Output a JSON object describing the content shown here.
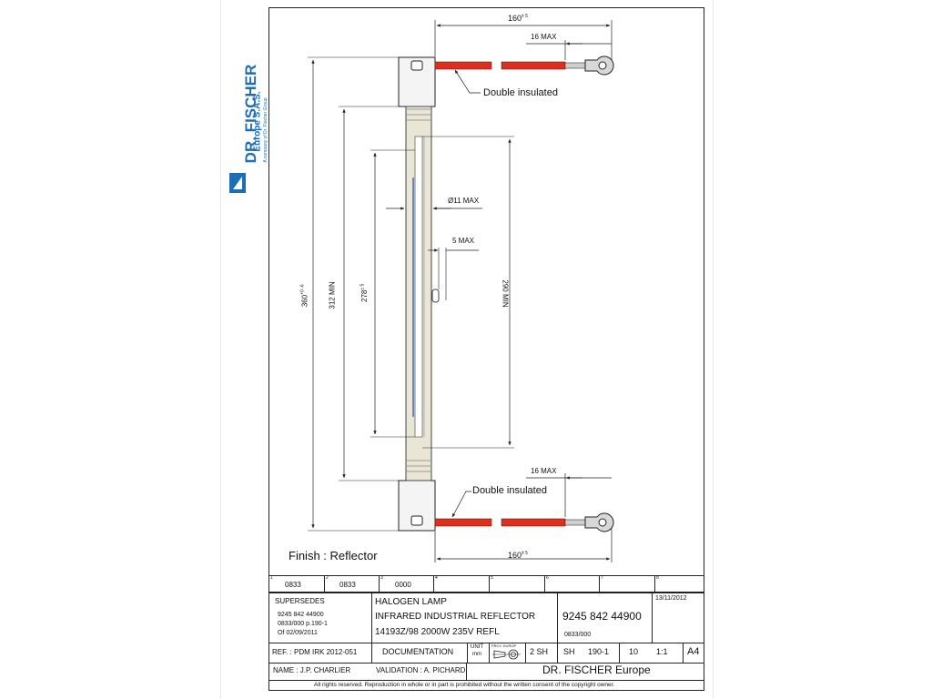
{
  "logo": {
    "brand": "DR. FISCHER",
    "sub": "Europe S.A.S.",
    "tagline": "A company of Dr. Fischer Group",
    "color": "#1f6db3"
  },
  "drawing": {
    "dim_width_top": "160",
    "dim_width_top_tol": "± 5",
    "dim_16_top": "16 MAX",
    "dim_16_bottom": "16 MAX",
    "dim_width_bottom": "160",
    "dim_width_bottom_tol": "± 5",
    "dim_diameter": "Ø11 MAX",
    "dim_5max": "5 MAX",
    "dim_360": "360",
    "dim_360_tol": "+0 -6",
    "dim_312": "312 MIN",
    "dim_278": "278",
    "dim_278_tol": "± 5",
    "dim_290": "290 MIN",
    "note_top": "Double insulated",
    "note_bottom": "Double insulated",
    "finish": "Finish : Reflector",
    "wire_color": "#d9301f"
  },
  "titleblock": {
    "zone_nums": [
      "1",
      "2",
      "3",
      "4",
      "5",
      "6",
      "7",
      "8"
    ],
    "rev_row": [
      "0833",
      "0833",
      "0000"
    ],
    "supersedes_label": "SUPERSEDES",
    "supersedes_lines": [
      "9245 842 44900",
      "0833/000 p.190-1",
      "Of 02/09/2011"
    ],
    "title_lines": [
      "HALOGEN LAMP",
      "INFRARED INDUSTRIAL REFLECTOR",
      "14193Z/98 2000W 235V REFL"
    ],
    "part_number": "9245 842 44900",
    "part_sub": "0833/000",
    "date": "13/11/2012",
    "ref": "REF. : PDM IRK 2012-051",
    "documentation": "DOCUMENTATION",
    "unit_label": "UNIT",
    "unit_value": "mm",
    "proj_label": "PROJ. EUROP",
    "sheets": "2 SH",
    "sh_label": "SH",
    "sh_value": "190-1",
    "rev_value": "10",
    "scale": "1:1",
    "format": "A4",
    "name": "NAME : J.P. CHARLIER",
    "validation": "VALIDATION : A. PICHARD",
    "company": "DR. FISCHER Europe",
    "copyright": "All rights reserved. Reproduction in whole or in part is prohibited without the written consent of the copyright owner."
  }
}
